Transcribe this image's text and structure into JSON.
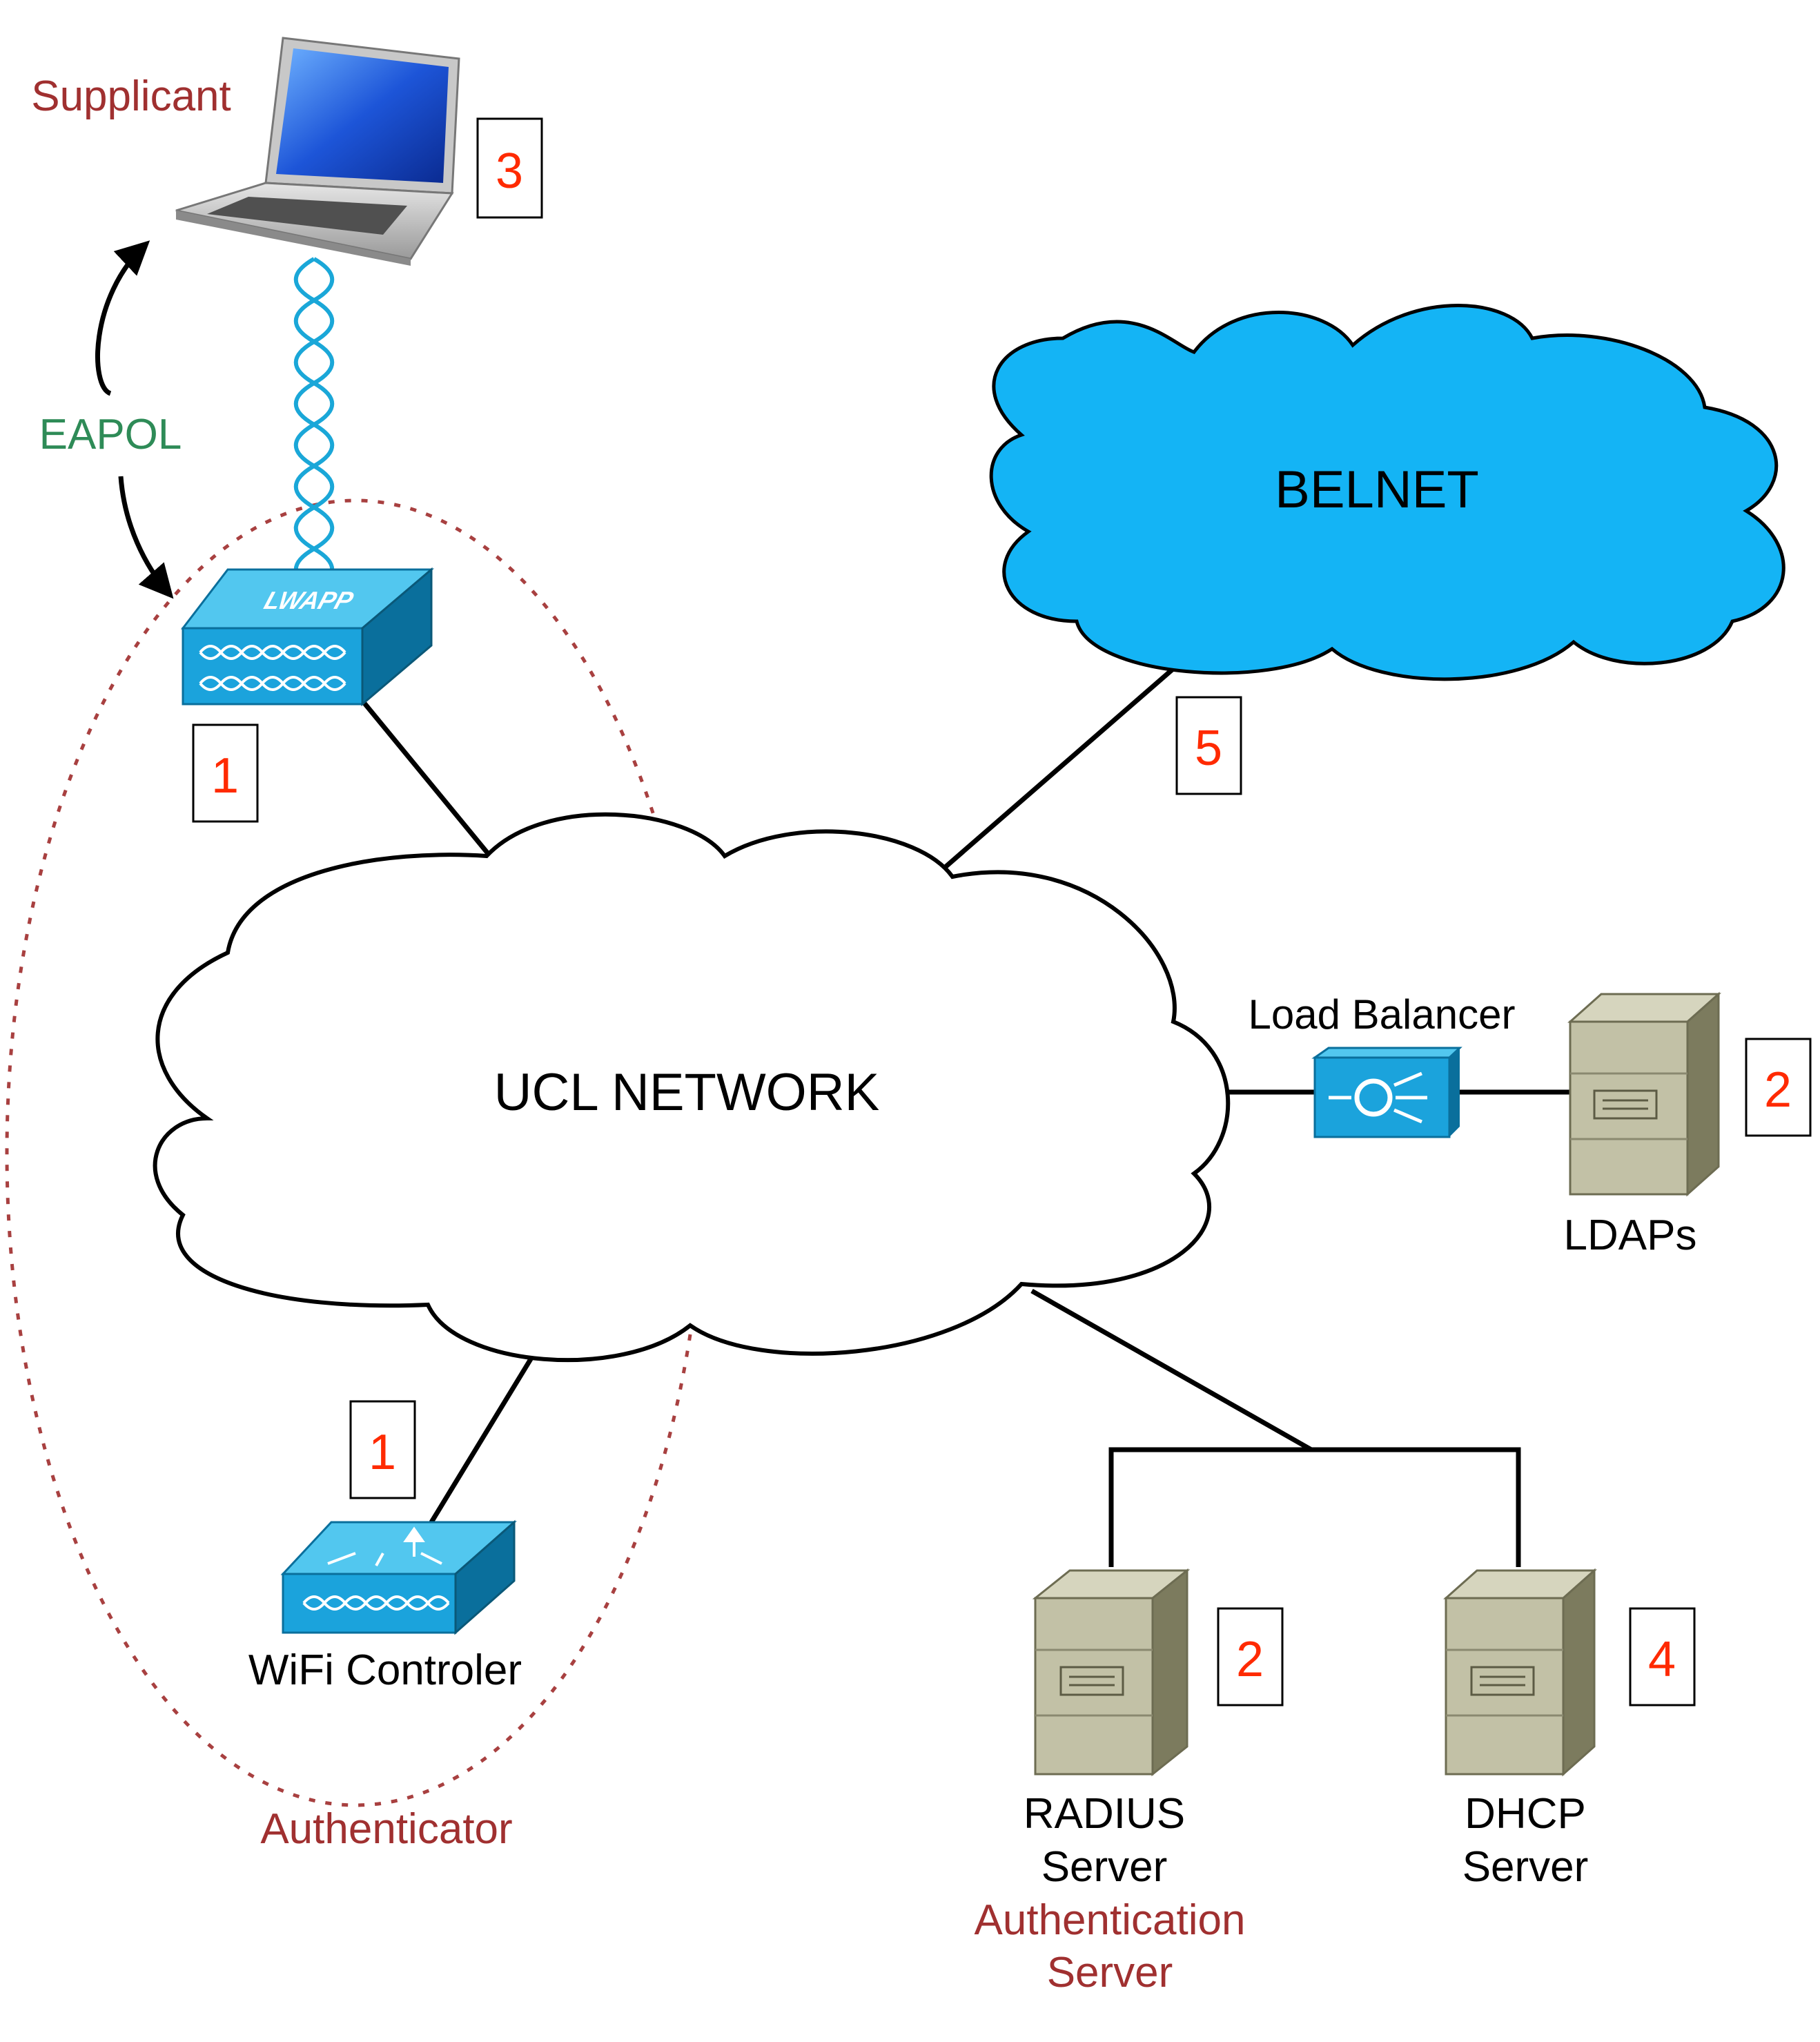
{
  "labels": {
    "supplicant": "Supplicant",
    "eapol": "EAPOL",
    "authenticator": "Authenticator",
    "wifi_controller": "WiFi Controler",
    "belnet": "BELNET",
    "ucl_network": "UCL NETWORK",
    "load_balancer": "Load Balancer",
    "ldaps": "LDAPs",
    "radius_line1": "RADIUS",
    "radius_line2": "Server",
    "auth_server_line1": "Authentication",
    "auth_server_line2": "Server",
    "dhcp_line1": "DHCP",
    "dhcp_line2": "Server",
    "lwapp": "LWAPP"
  },
  "step_badges": {
    "laptop": "3",
    "access_point": "1",
    "wifi_controller": "1",
    "belnet_link": "5",
    "ldap": "2",
    "radius": "2",
    "dhcp": "4"
  },
  "colors": {
    "role_label": "#a03030",
    "eapol_label": "#2e8b57",
    "badge_number": "#ff2a00",
    "cloud_belnet": "#14b4f5",
    "cisco_blue": "#1ba3dc",
    "cisco_blue_dark": "#0a6f9c",
    "server_body": "#c2c1a6",
    "server_shadow": "#7c7b5e",
    "wireless_link": "#1aa7d8",
    "dashed_ellipse": "#a84040"
  },
  "icons": {
    "laptop": "laptop-icon",
    "access_point": "lwapp-access-point-icon",
    "wifi_controller": "wireless-lan-controller-icon",
    "load_balancer": "load-balancer-icon",
    "server": "server-tower-icon",
    "cloud": "cloud-icon"
  }
}
